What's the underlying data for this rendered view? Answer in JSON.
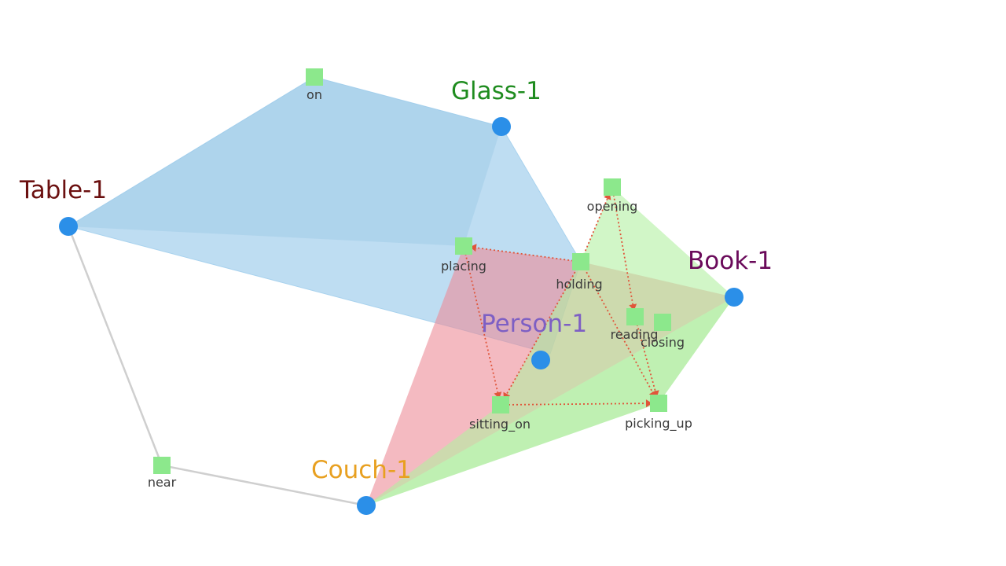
{
  "objects": [
    {
      "id": "table",
      "label": "Table-1",
      "color": "#6b1010"
    },
    {
      "id": "glass",
      "label": "Glass-1",
      "color": "#1f8c1f"
    },
    {
      "id": "book",
      "label": "Book-1",
      "color": "#6a0a5a"
    },
    {
      "id": "person",
      "label": "Person-1",
      "color": "#7d5fc4"
    },
    {
      "id": "couch",
      "label": "Couch-1",
      "color": "#e8a020"
    }
  ],
  "relations": [
    {
      "id": "on",
      "label": "on"
    },
    {
      "id": "opening",
      "label": "opening"
    },
    {
      "id": "placing",
      "label": "placing"
    },
    {
      "id": "holding",
      "label": "holding"
    },
    {
      "id": "reading",
      "label": "reading"
    },
    {
      "id": "closing",
      "label": "closing"
    },
    {
      "id": "sitting_on",
      "label": "sitting_on"
    },
    {
      "id": "picking_up",
      "label": "picking_up"
    },
    {
      "id": "near",
      "label": "near"
    }
  ],
  "colors": {
    "object_node": "#2b8fe8",
    "relation_node": "#8ce88c",
    "hull_blue": "#a8d2ee",
    "hull_pink": "#ec8c98",
    "hull_green": "#b2f0a2",
    "edge_gray": "#cfcfcf",
    "edge_red": "#e0553a"
  }
}
